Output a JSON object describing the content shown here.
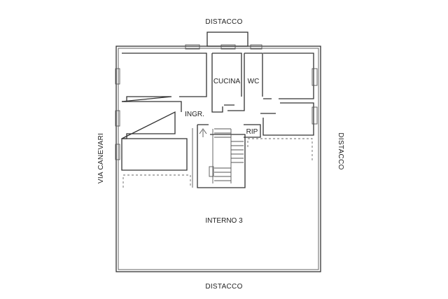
{
  "labels": {
    "top": "DISTACCO",
    "bottom": "DISTACCO",
    "left": "VIA CANEVARI",
    "right": "DISTACCO",
    "cucina": "CUCINA",
    "wc": "WC",
    "ingresso": "INGR.",
    "ripostiglio": "RIP",
    "interno": "INTERNO 3"
  },
  "colors": {
    "ink": "#333333",
    "background": "#ffffff"
  }
}
